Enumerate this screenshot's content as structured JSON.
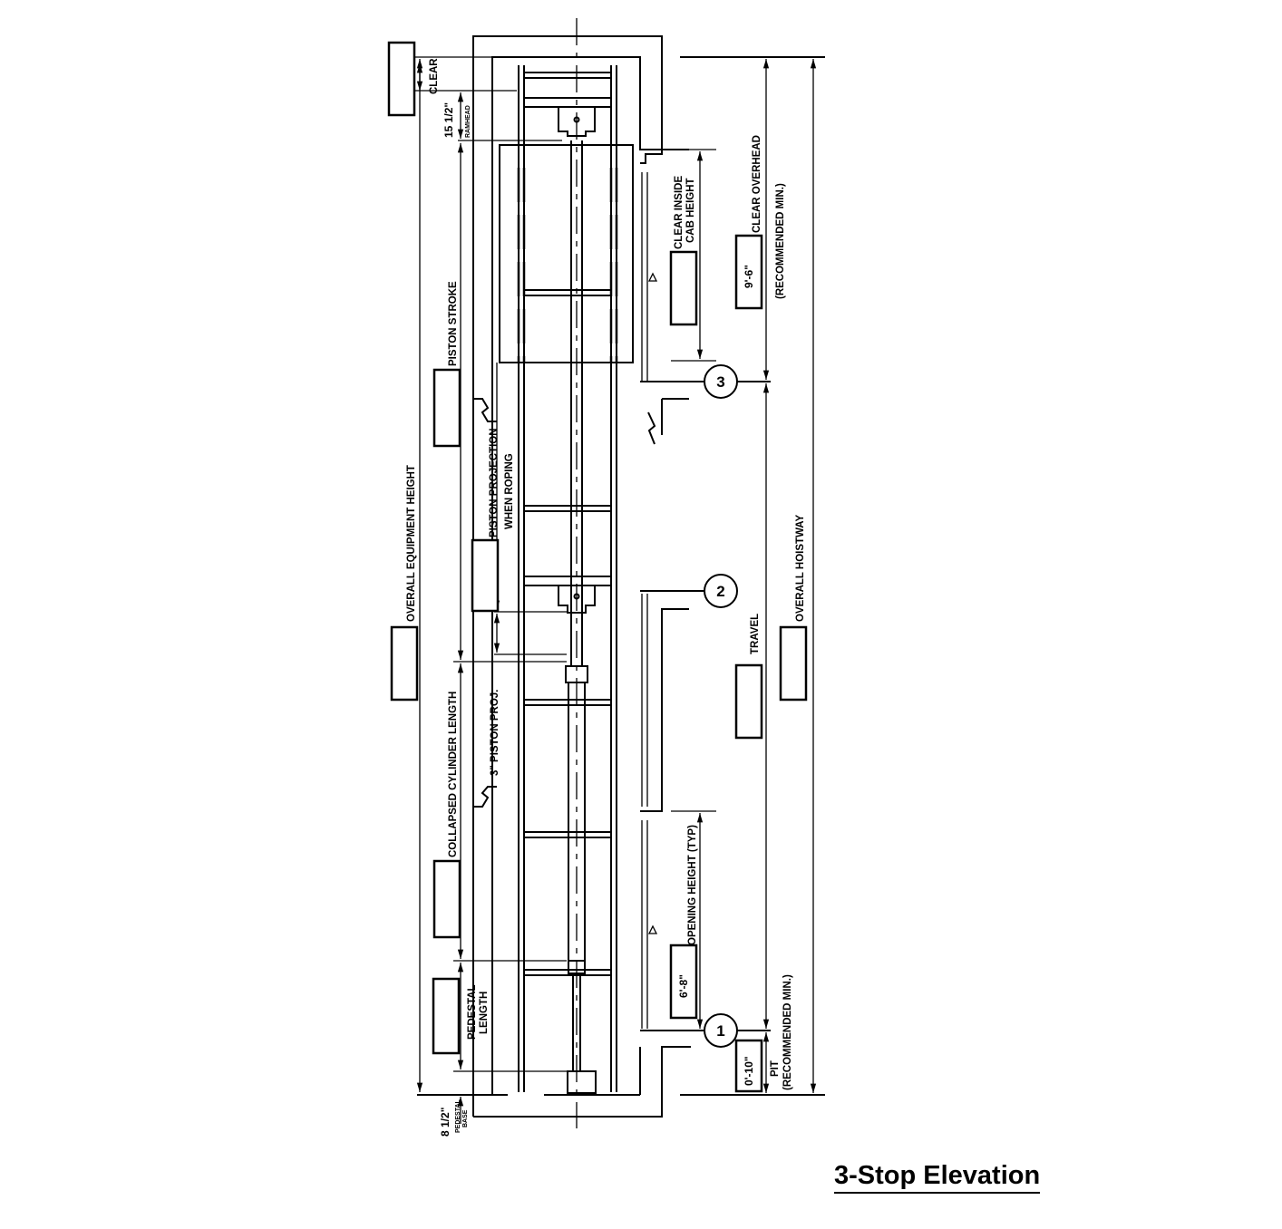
{
  "title": "3-Stop Elevation",
  "labels": {
    "clear": "CLEAR",
    "ramhead_dim": "15 1/2\"",
    "ramhead": "RAMHEAD",
    "piston_stroke": "PISTON STROKE",
    "overall_equipment_height": "OVERALL EQUIPMENT HEIGHT",
    "piston_projection_1": "PISTON PROJECTION",
    "piston_projection_2": "WHEN ROPING",
    "piston_proj_3": "3\" PISTON PROJ.",
    "collapsed_cylinder_length": "COLLAPSED CYLINDER LENGTH",
    "pedestal_length_1": "PEDESTAL",
    "pedestal_length_2": "LENGTH",
    "pedestal_base_dim": "8 1/2\"",
    "pedestal_base_1": "PEDESTAL",
    "pedestal_base_2": "BASE",
    "clear_inside_cab_1": "CLEAR INSIDE",
    "clear_inside_cab_2": "CAB HEIGHT",
    "clear_overhead": "CLEAR OVERHEAD",
    "recommended_min": "(RECOMMENDED MIN.)",
    "travel": "TRAVEL",
    "overall_hoistway": "OVERALL HOISTWAY",
    "opening_height": "OPENING HEIGHT (TYP)",
    "pit": "PIT",
    "pit_recommended": "(RECOMMENDED MIN.)"
  },
  "values": {
    "overhead": "9'-6\"",
    "opening_height": "6'-8\"",
    "pit": "0'-10\""
  },
  "floors": [
    "3",
    "2",
    "1"
  ]
}
